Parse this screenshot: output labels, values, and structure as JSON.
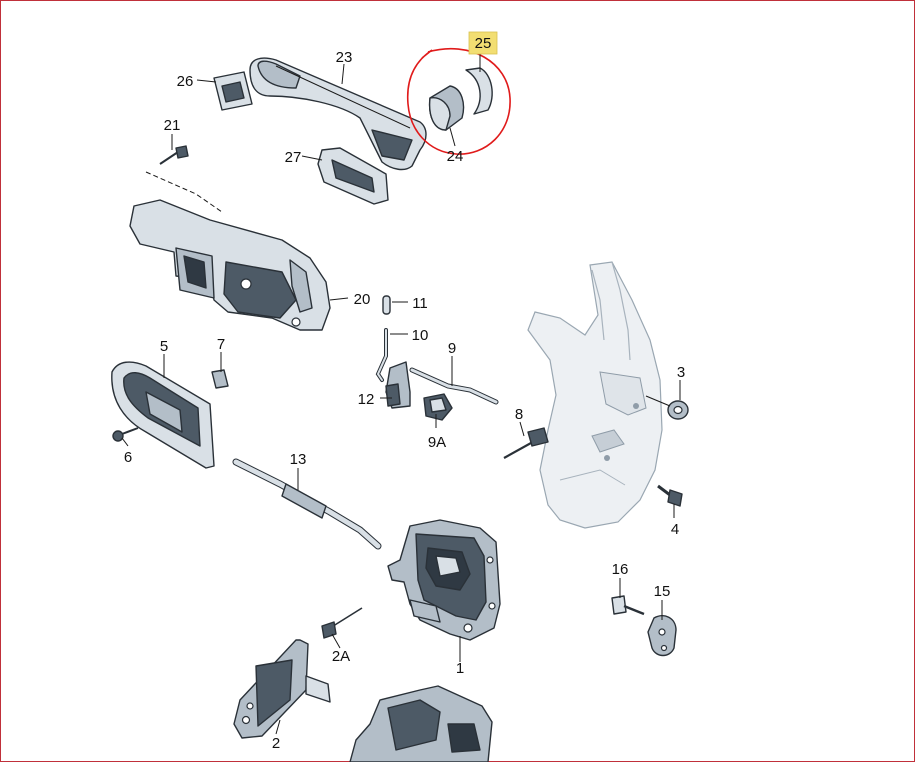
{
  "diagram": {
    "labels": {
      "p1": "1",
      "p2": "2",
      "p2a": "2A",
      "p3": "3",
      "p4": "4",
      "p5": "5",
      "p6": "6",
      "p7": "7",
      "p8": "8",
      "p9": "9",
      "p9a": "9A",
      "p10": "10",
      "p11": "11",
      "p12": "12",
      "p13": "13",
      "p15": "15",
      "p16": "16",
      "p20": "20",
      "p21": "21",
      "p23": "23",
      "p24": "24",
      "p25": "25",
      "p26": "26",
      "p27": "27"
    },
    "colors": {
      "frame_border": "#c0303a",
      "highlight_fill": "#f2de72",
      "markup_circle": "#e01b1b",
      "part_stroke": "#2a3138",
      "part_light": "#d9e0e6",
      "part_mid": "#b3bec8",
      "part_dark": "#4d5a66",
      "body_panel": "#edf0f3"
    }
  }
}
